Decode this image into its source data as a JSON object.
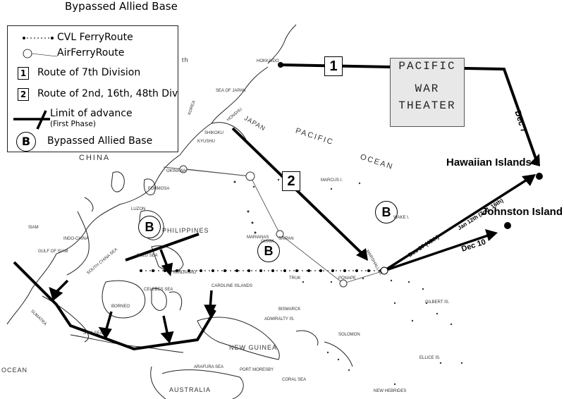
{
  "caption": "Bypassed Allied Base",
  "legend": {
    "ferry_label": "CVL FerryRoute",
    "air_label": "AirFerryRoute",
    "route1_num": "1",
    "route1_label": "Route of 7th Division",
    "route2_num": "2",
    "route2_label": "Route of 2nd, 16th, 48th Div",
    "limit_label": "Limit of advance",
    "limit_sub": "(First Phase)",
    "b_symbol": "B",
    "b_label": "Bypassed Allied Base"
  },
  "theater": [
    "PACIFIC",
    "WAR",
    "THEATER"
  ],
  "map_labels": {
    "hawaii": "Hawaiian Islands",
    "johnston": "Johnston Island",
    "dec7": "Dec 7",
    "dec10": "Dec 10",
    "dec27": "Dec 27 (48th)",
    "jan12": "Jan 12th (2nd, 16th)",
    "route1": "1",
    "route2": "2",
    "b1": "B",
    "b2": "B",
    "b3": "B",
    "pacific": "PACIFIC",
    "ocean": "OCEAN",
    "china": "CHINA",
    "th": "th",
    "ocean_sw": "OCEAN",
    "philippines": "PHILIPPINES",
    "caroline": "CAROLINE ISLANDS",
    "celebes": "CELEBES SEA",
    "new_guinea": "NEW GUINEA",
    "arafura": "ARAFURA SEA",
    "australia": "AUSTRALIA",
    "coral": "CORAL SEA",
    "sea_of_japan": "SEA OF JAPAN",
    "indo_china": "INDO-CHINA",
    "siam": "SIAM",
    "borneo": "BORNEO",
    "sumatra": "SUMATRA",
    "java_sea": "JAVA SEA",
    "gulf_siam": "GULF OF SIAM",
    "south_china": "SOUTH CHINA SEA",
    "honshu": "HONSHU",
    "kyushu": "KYUSHU",
    "shikoku": "SHIKOKU",
    "japan": "JAPAN",
    "formosa": "FORMOSA",
    "hokkaido": "HOKKAIDO",
    "marianas": "MARIANAS",
    "bismarck": "BISMARCK",
    "solomon": "SOLOMON",
    "gilbert": "GILBERT IS.",
    "marshall": "MARSHALL IS.",
    "ellice": "ELLICE IS.",
    "new_hebrides": "NEW HEBRIDES",
    "sulu": "SULU SEA",
    "mindanao": "MINDANAO",
    "marcus": "MARCUS I.",
    "wake": "WAKE I.",
    "luzon": "LUZON",
    "truk": "TRUK",
    "ponape": "PONAPE",
    "guam": "GUAM",
    "saipan": "SAIPAN",
    "admiralty": "ADMIRALTY IS.",
    "port_moresby": "PORT MORESBY",
    "okinawa": "OKINAWA",
    "korea": "KOREA"
  },
  "colors": {
    "ink": "#000000",
    "land": "#ffffff",
    "route": "#111111"
  }
}
